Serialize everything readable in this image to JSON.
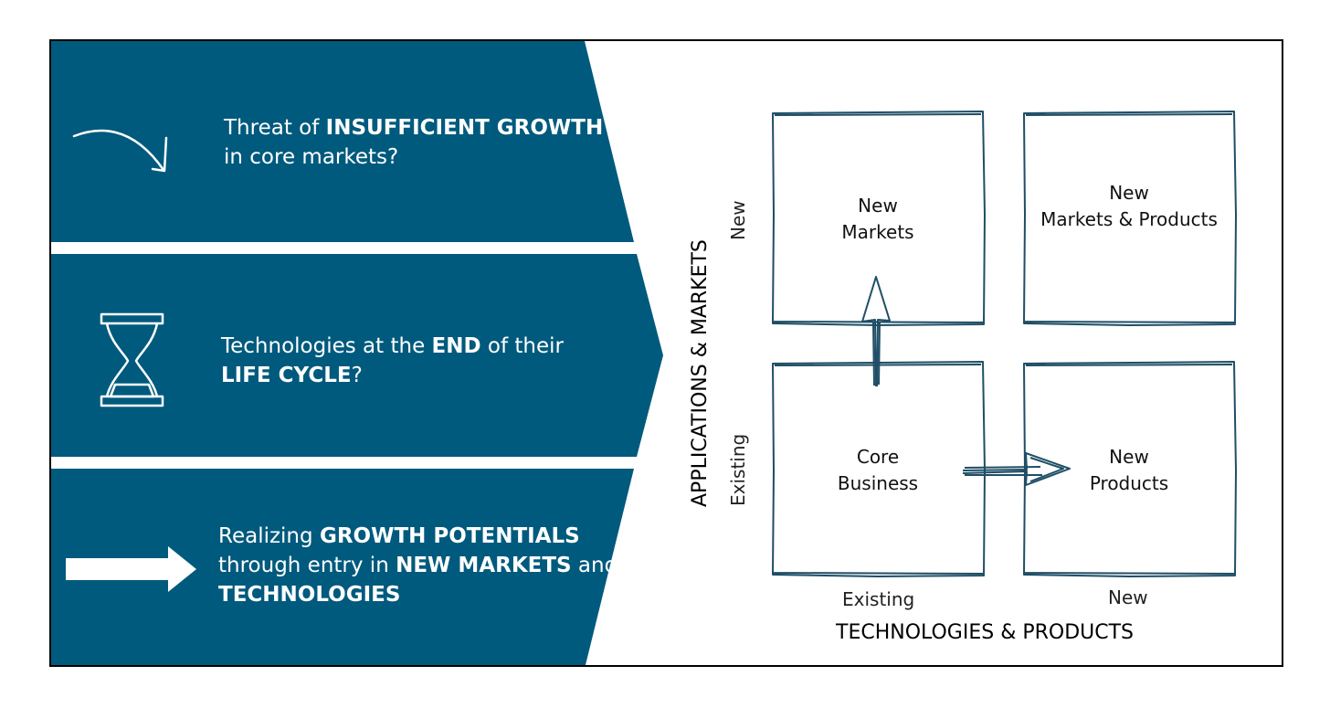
{
  "colors": {
    "band": "#005a7d",
    "cell_stroke": "#1f4e66",
    "arrow_stroke": "#1f4e66"
  },
  "bands": [
    {
      "icon": "curved-down-arrow-icon",
      "lines": [
        [
          {
            "text": "Threat of "
          },
          {
            "text": "INSUFFICIENT GROWTH",
            "bold": true
          }
        ],
        [
          {
            "text": "in core markets?"
          }
        ]
      ]
    },
    {
      "icon": "hourglass-icon",
      "lines": [
        [
          {
            "text": "Technologies at the "
          },
          {
            "text": "END",
            "bold": true
          },
          {
            "text": " of their"
          }
        ],
        [
          {
            "text": "LIFE CYCLE",
            "bold": true
          },
          {
            "text": "?"
          }
        ]
      ]
    },
    {
      "icon": "right-arrow-icon",
      "lines": [
        [
          {
            "text": "Realizing "
          },
          {
            "text": "GROWTH POTENTIALS",
            "bold": true
          }
        ],
        [
          {
            "text": "through entry in "
          },
          {
            "text": "NEW MARKETS",
            "bold": true
          },
          {
            "text": " and"
          }
        ],
        [
          {
            "text": "TECHNOLOGIES",
            "bold": true
          }
        ]
      ]
    }
  ],
  "matrix": {
    "y_axis_title": "APPLICATIONS & MARKETS",
    "x_axis_title": "TECHNOLOGIES & PRODUCTS",
    "y_ticks": {
      "top": "New",
      "bottom": "Existing"
    },
    "x_ticks": {
      "left": "Existing",
      "right": "New"
    },
    "cells": {
      "top_left": [
        "New",
        "Markets"
      ],
      "top_right": [
        "New",
        "Markets & Products"
      ],
      "bottom_left": [
        "Core",
        "Business"
      ],
      "bottom_right": [
        "New",
        "Products"
      ]
    }
  }
}
